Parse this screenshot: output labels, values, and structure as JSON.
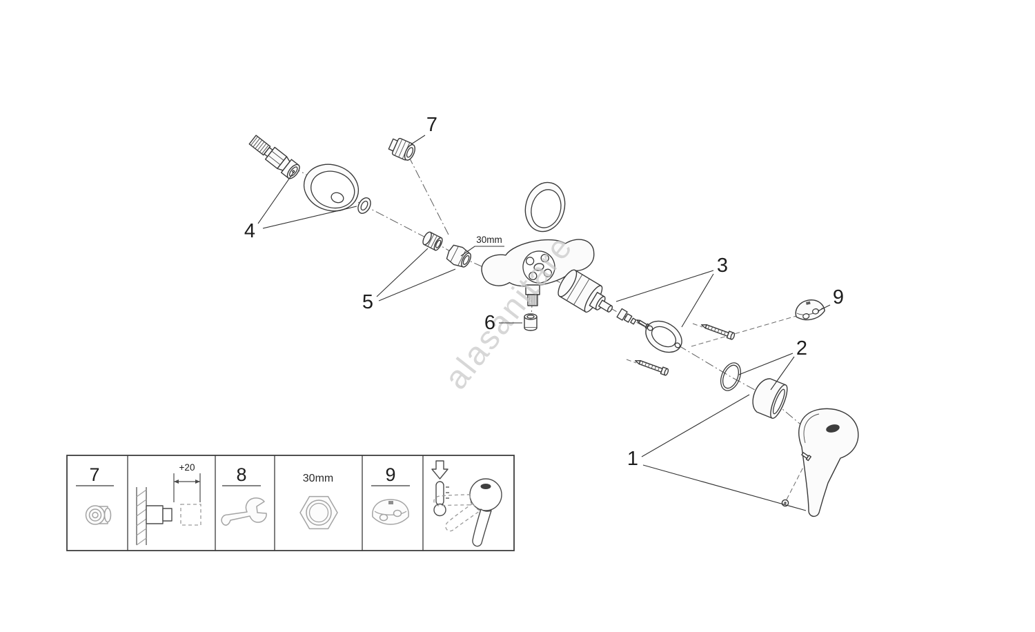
{
  "page": {
    "background": "#ffffff"
  },
  "watermark": "alasanitare",
  "diagram": {
    "labels": {
      "1": "1",
      "2": "2",
      "3": "3",
      "4": "4",
      "5": "5",
      "6": "6",
      "7": "7",
      "9": "9"
    },
    "nut_dimension": "30mm"
  },
  "legend": {
    "part7_label": "7",
    "wall_dimension": "+20",
    "part8_label": "8",
    "nut_size": "30mm",
    "part9_label": "9"
  }
}
